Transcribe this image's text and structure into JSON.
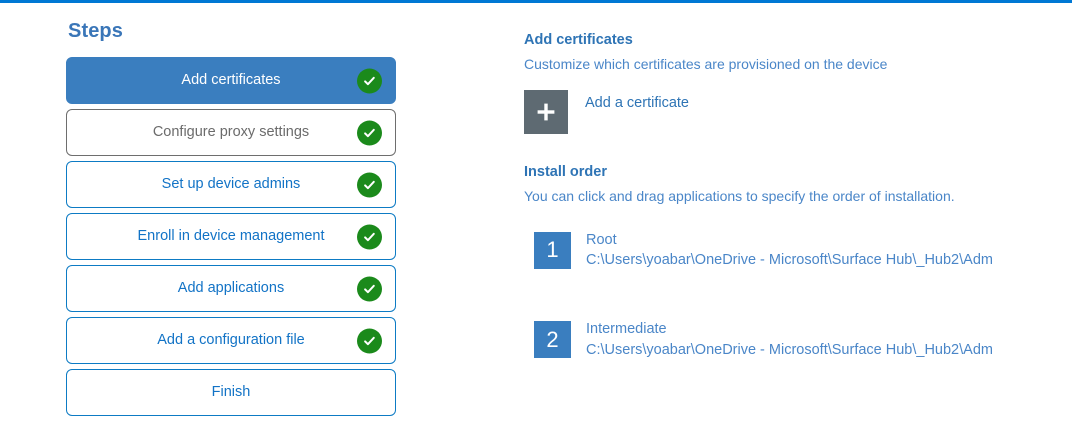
{
  "accent_color": "#0078d4",
  "steps_panel": {
    "heading": "Steps",
    "items": [
      {
        "label": "Add certificates",
        "state": "active",
        "completed": true
      },
      {
        "label": "Configure proxy settings",
        "state": "muted",
        "completed": true
      },
      {
        "label": "Set up device admins",
        "state": "default",
        "completed": true
      },
      {
        "label": "Enroll in device management",
        "state": "default",
        "completed": true
      },
      {
        "label": "Add applications",
        "state": "default",
        "completed": true
      },
      {
        "label": "Add a configuration file",
        "state": "default",
        "completed": true
      },
      {
        "label": "Finish",
        "state": "default",
        "completed": false
      }
    ]
  },
  "detail_panel": {
    "title": "Add certificates",
    "subtitle": "Customize which certificates are provisioned on the device",
    "add_certificate": {
      "icon": "plus-icon",
      "label": "Add a certificate",
      "tile_color": "#5e6a72"
    },
    "install_order": {
      "title": "Install order",
      "subtitle": "You can click and drag applications to specify the order of installation.",
      "items": [
        {
          "number": "1",
          "name": "Root",
          "path": "C:\\Users\\yoabar\\OneDrive - Microsoft\\Surface Hub\\_Hub2\\Adm"
        },
        {
          "number": "2",
          "name": "Intermediate",
          "path": "C:\\Users\\yoabar\\OneDrive - Microsoft\\Surface Hub\\_Hub2\\Adm"
        }
      ]
    }
  }
}
